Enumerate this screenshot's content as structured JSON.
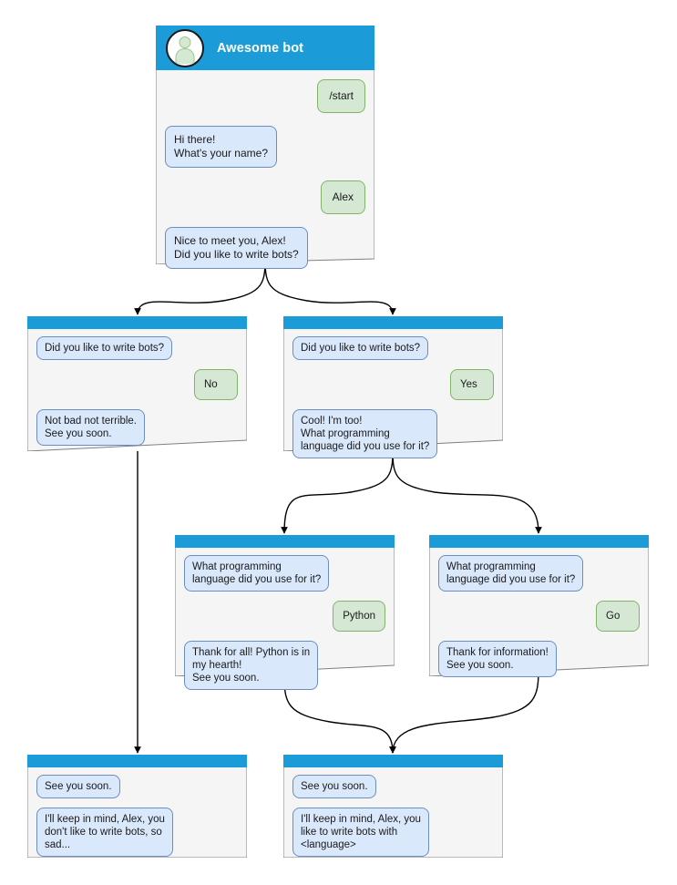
{
  "diagram": {
    "title": "Awesome bot conversation flow",
    "type": "flowchart",
    "colors": {
      "header_blue": "#1b9bd8",
      "card_body": "#f5f5f5",
      "card_border": "#808080",
      "bot_bubble_fill": "#dae8fc",
      "bot_bubble_stroke": "#6c8ebf",
      "user_bubble_fill": "#d5e8d4",
      "user_bubble_stroke": "#82b366",
      "avatar_fill": "#d5e8d4",
      "edge_stroke": "#000000",
      "header_text": "#ffffff"
    }
  },
  "nodes": {
    "root": {
      "header_title": "Awesome bot",
      "avatar_icon": "person-avatar-icon",
      "messages": [
        {
          "role": "user",
          "text": "/start"
        },
        {
          "role": "bot",
          "text": "Hi there!\nWhat's your name?"
        },
        {
          "role": "user",
          "text": "Alex"
        },
        {
          "role": "bot",
          "text": "Nice to meet you, Alex!\nDid you like to write bots?"
        }
      ]
    },
    "no_branch": {
      "messages": [
        {
          "role": "bot",
          "text": "Did you like to write bots?"
        },
        {
          "role": "user",
          "text": "No"
        },
        {
          "role": "bot",
          "text": "Not bad not terrible.\nSee you soon."
        }
      ]
    },
    "yes_branch": {
      "messages": [
        {
          "role": "bot",
          "text": "Did you like to write bots?"
        },
        {
          "role": "user",
          "text": "Yes"
        },
        {
          "role": "bot",
          "text": "Cool! I'm too!\nWhat programming\nlanguage did you use for it?"
        }
      ]
    },
    "python_branch": {
      "messages": [
        {
          "role": "bot",
          "text": "What programming\nlanguage did you use for it?"
        },
        {
          "role": "user",
          "text": "Python"
        },
        {
          "role": "bot",
          "text": "Thank for all! Python is in\nmy hearth!\nSee you soon."
        }
      ]
    },
    "go_branch": {
      "messages": [
        {
          "role": "bot",
          "text": "What programming\nlanguage did you use for it?"
        },
        {
          "role": "user",
          "text": "Go"
        },
        {
          "role": "bot",
          "text": "Thank for information!\nSee you soon."
        }
      ]
    },
    "end_sad": {
      "messages": [
        {
          "role": "bot",
          "text": "See you soon."
        },
        {
          "role": "bot",
          "text": "I'll keep in mind, Alex, you\ndon't like to write bots, so\nsad..."
        }
      ]
    },
    "end_happy": {
      "messages": [
        {
          "role": "bot",
          "text": "See you soon."
        },
        {
          "role": "bot",
          "text": "I'll keep in mind, Alex, you\nlike to write bots with\n<language>"
        }
      ]
    }
  }
}
